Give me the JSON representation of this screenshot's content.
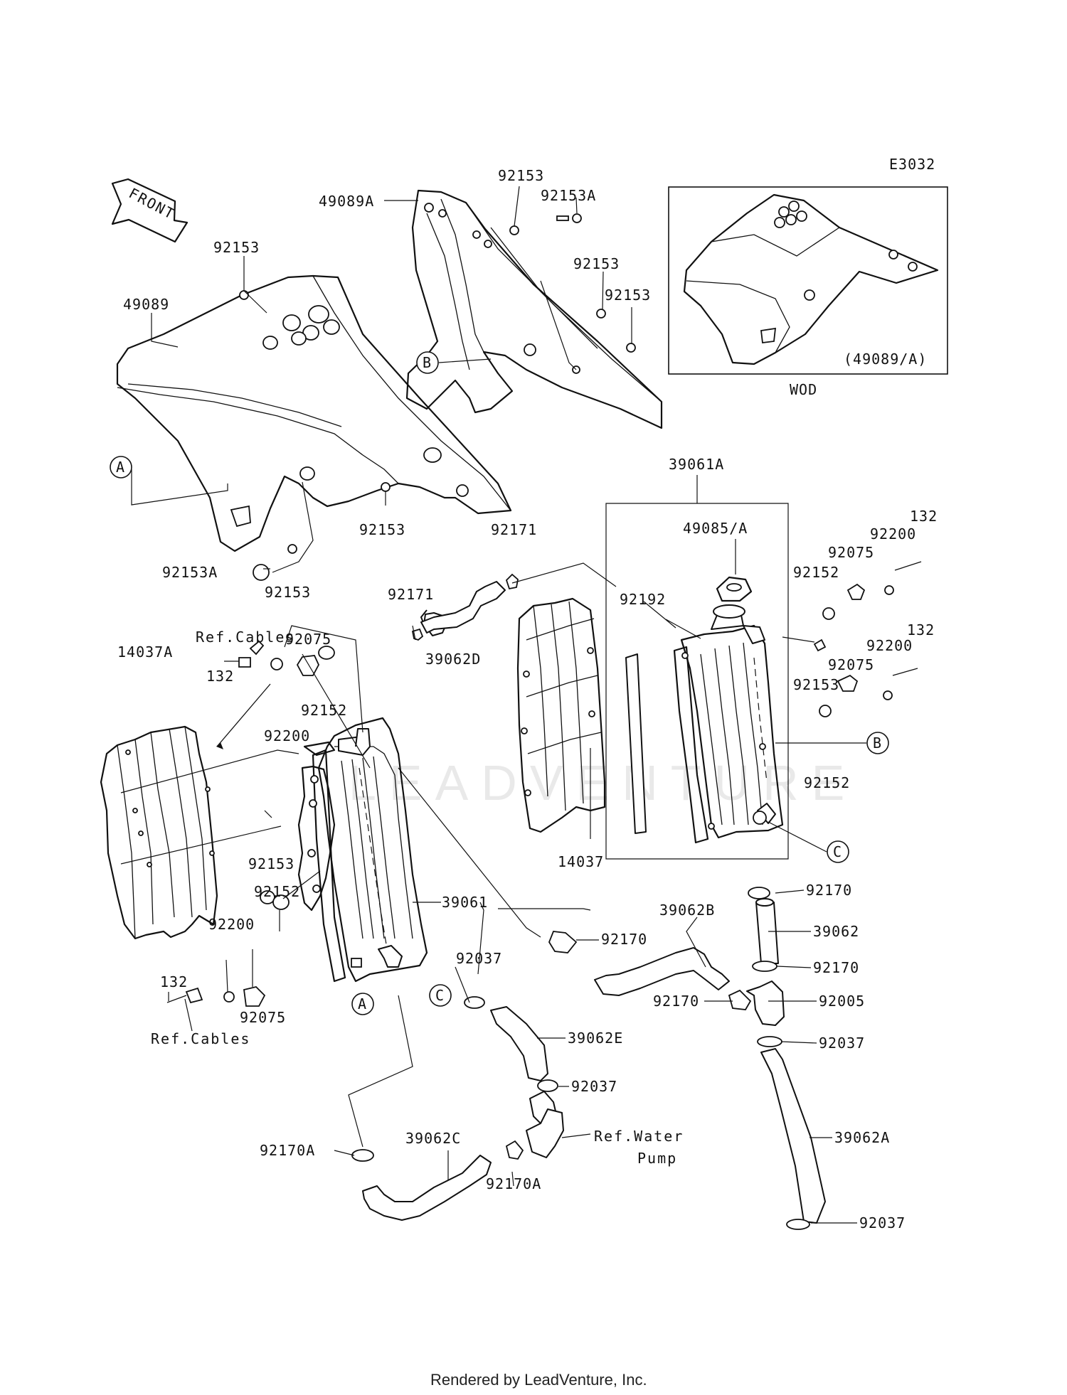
{
  "diagram_code": "E3032",
  "front_label": "FRONT",
  "inset": {
    "caption": "(49089/A)",
    "note": "WOD"
  },
  "footer": "Rendered by LeadVenture, Inc.",
  "watermark": "LEADVENTURE",
  "callouts": {
    "a": "A",
    "b": "B",
    "c": "C"
  },
  "labels": {
    "p49089A": "49089A",
    "p92153_top": "92153",
    "p92153A_top": "92153A",
    "p92153_a": "92153",
    "p92153_b": "92153",
    "p92153_left": "92153",
    "p49089": "49089",
    "p92153_mid": "92153",
    "p92153A_low": "92153A",
    "p92153_low": "92153",
    "p39061A": "39061A",
    "p49085A": "49085/A",
    "p92171_a": "92171",
    "p92171_b": "92171",
    "p92192": "92192",
    "p39062D": "39062D",
    "p132_r1": "132",
    "p92200_r1": "92200",
    "p92075_r1": "92075",
    "p92152_r1": "92152",
    "p132_r2": "132",
    "p92200_r2": "92200",
    "p92075_r2": "92075",
    "p92153_r": "92153",
    "p92152_r2": "92152",
    "p14037A": "14037A",
    "p92075_l1": "92075",
    "p132_l1": "132",
    "p92152_l1": "92152",
    "p92200_l1": "92200",
    "p92153_l": "92153",
    "p92152_l2": "92152",
    "p92200_l2": "92200",
    "p92075_l2": "92075",
    "p132_l2": "132",
    "p39061": "39061",
    "p14037": "14037",
    "p92170_a": "92170",
    "p39062B": "39062B",
    "p39062": "39062",
    "p92170_b": "92170",
    "p92170_c": "92170",
    "p92170_d": "92170",
    "p92005": "92005",
    "p92037_a": "92037",
    "p39062E": "39062E",
    "p92037_b": "92037",
    "p92037_c": "92037",
    "p39062C": "39062C",
    "p39062A": "39062A",
    "p92170A_a": "92170A",
    "p92170A_b": "92170A",
    "p92037_d": "92037"
  },
  "refs": {
    "cables_top": "Ref.Cables",
    "cables_bottom": "Ref.Cables",
    "water": "Ref.Water",
    "pump": "Pump"
  }
}
